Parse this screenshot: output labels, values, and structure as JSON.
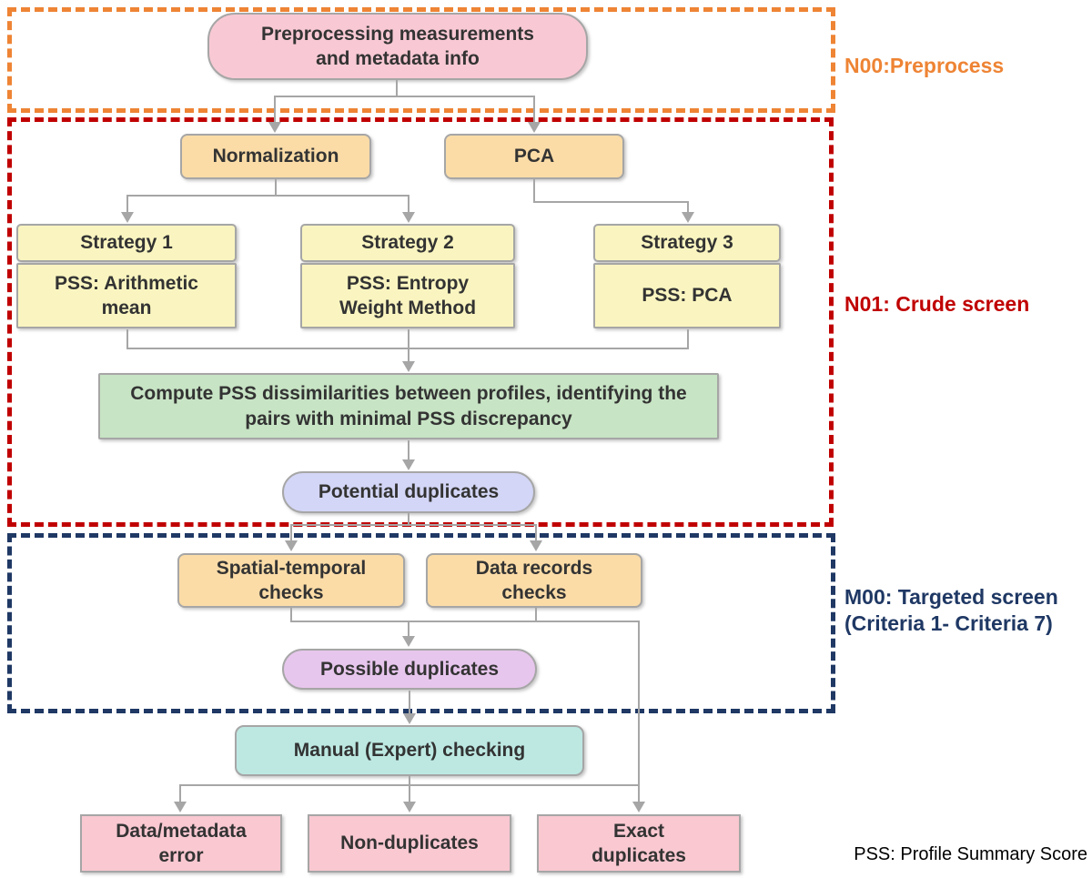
{
  "diagram": {
    "palette": {
      "connector_gray": "#A6A6A6",
      "node_border_gray": "#A6A6A6",
      "node_text": "#333333"
    },
    "regions": {
      "n00": {
        "label": "N00:Preprocess",
        "color": "#EE8434"
      },
      "n01": {
        "label": "N01: Crude screen",
        "color": "#C00000"
      },
      "m00": {
        "label": "M00: Targeted screen (Criteria 1- Criteria 7)",
        "color": "#1F3864"
      }
    },
    "nodes": {
      "preprocess": {
        "label": "Preprocessing measurements and metadata info",
        "fill": "#F8C9D4"
      },
      "normalization": {
        "label": "Normalization",
        "fill": "#FBDCA7"
      },
      "pca": {
        "label": "PCA",
        "fill": "#FBDCA7"
      },
      "strategy1": {
        "title": "Strategy 1",
        "subtitle": "PSS: Arithmetic mean",
        "fill": "#FAF5C0"
      },
      "strategy2": {
        "title": "Strategy 2",
        "subtitle": "PSS: Entropy Weight Method",
        "fill": "#FAF5C0"
      },
      "strategy3": {
        "title": "Strategy 3",
        "subtitle": "PSS: PCA",
        "fill": "#FAF5C0"
      },
      "compute": {
        "label": "Compute PSS dissimilarities between profiles, identifying the pairs with minimal PSS discrepancy",
        "fill": "#C7E4C4"
      },
      "potential_duplicates": {
        "label": "Potential duplicates",
        "fill": "#D3D6F6"
      },
      "spatial_checks": {
        "label": "Spatial-temporal checks",
        "fill": "#FBDCA7"
      },
      "data_checks": {
        "label": "Data records checks",
        "fill": "#FBDCA7"
      },
      "possible_duplicates": {
        "label": "Possible duplicates",
        "fill": "#E7C6ED"
      },
      "manual_checking": {
        "label": "Manual (Expert) checking",
        "fill": "#BDE8E2"
      },
      "data_error": {
        "label": "Data/metadata error",
        "fill": "#F9C8D1"
      },
      "non_duplicates": {
        "label": "Non-duplicates",
        "fill": "#F9C8D1"
      },
      "exact_duplicates": {
        "label": "Exact duplicates",
        "fill": "#F9C8D1"
      }
    },
    "footnote": "PSS: Profile Summary Score"
  }
}
